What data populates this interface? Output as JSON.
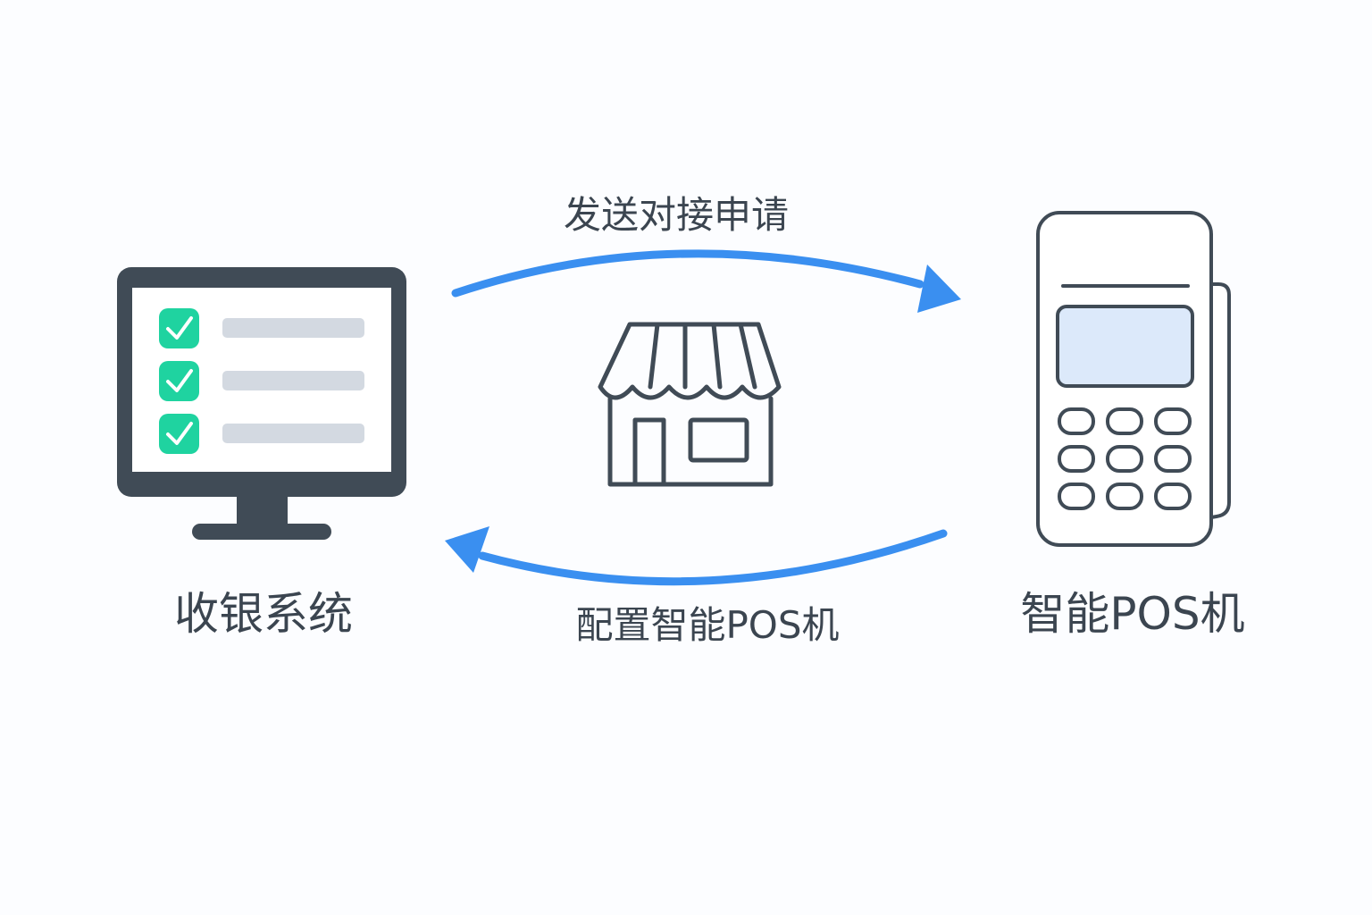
{
  "nodes": {
    "cashier": {
      "label": "收银系统"
    },
    "store": {
      "label": ""
    },
    "pos": {
      "label": "智能POS机"
    }
  },
  "edges": {
    "request": {
      "label": "发送对接申请"
    },
    "configure": {
      "label": "配置智能POS机"
    }
  },
  "colors": {
    "arrow": "#3a8ff0",
    "outline": "#404b56",
    "check": "#1fd3a0",
    "list_bar": "#d3d9e1",
    "pos_screen": "#dce9fa",
    "background": "#fcfdff"
  },
  "icons": {
    "cashier": "monitor-checklist-icon",
    "store": "storefront-icon",
    "pos": "pos-terminal-icon"
  }
}
